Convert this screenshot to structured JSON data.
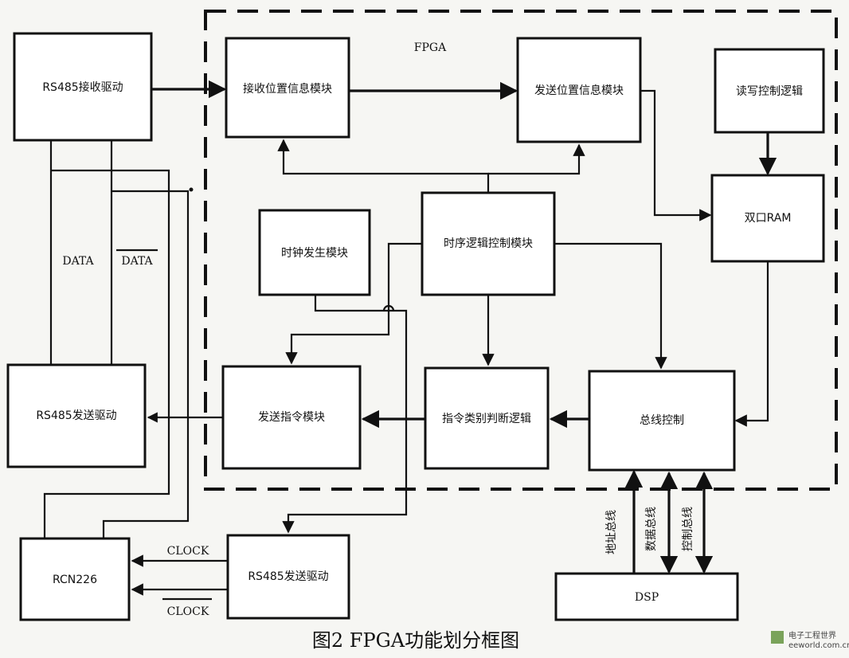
{
  "fpga_label": "FPGA",
  "blocks": {
    "rs485_rx": "RS485接收驱动",
    "rx_pos": "接收位置信息模块",
    "tx_pos": "发送位置信息模块",
    "rw_ctrl": "读写控制逻辑",
    "dual_ram": "双口RAM",
    "clock_gen": "时钟发生模块",
    "timing_ctrl": "时序逻辑控制模块",
    "rs485_tx": "RS485发送驱动",
    "tx_cmd": "发送指令模块",
    "cmd_judge": "指令类别判断逻辑",
    "bus_ctrl": "总线控制",
    "rcn226": "RCN226",
    "rs485_tx2": "RS485发送驱动",
    "dsp": "DSP"
  },
  "signals": {
    "data": "DATA",
    "data_bar": "DATA",
    "clock": "CLOCK",
    "clock_bar": "CLOCK",
    "addr_bus": "地址总线",
    "data_bus": "数据总线",
    "ctrl_bus": "控制总线"
  },
  "caption": "图2 FPGA功能划分框图",
  "watermark": {
    "name": "电子工程世界",
    "site": "eeworld.com.cn"
  }
}
